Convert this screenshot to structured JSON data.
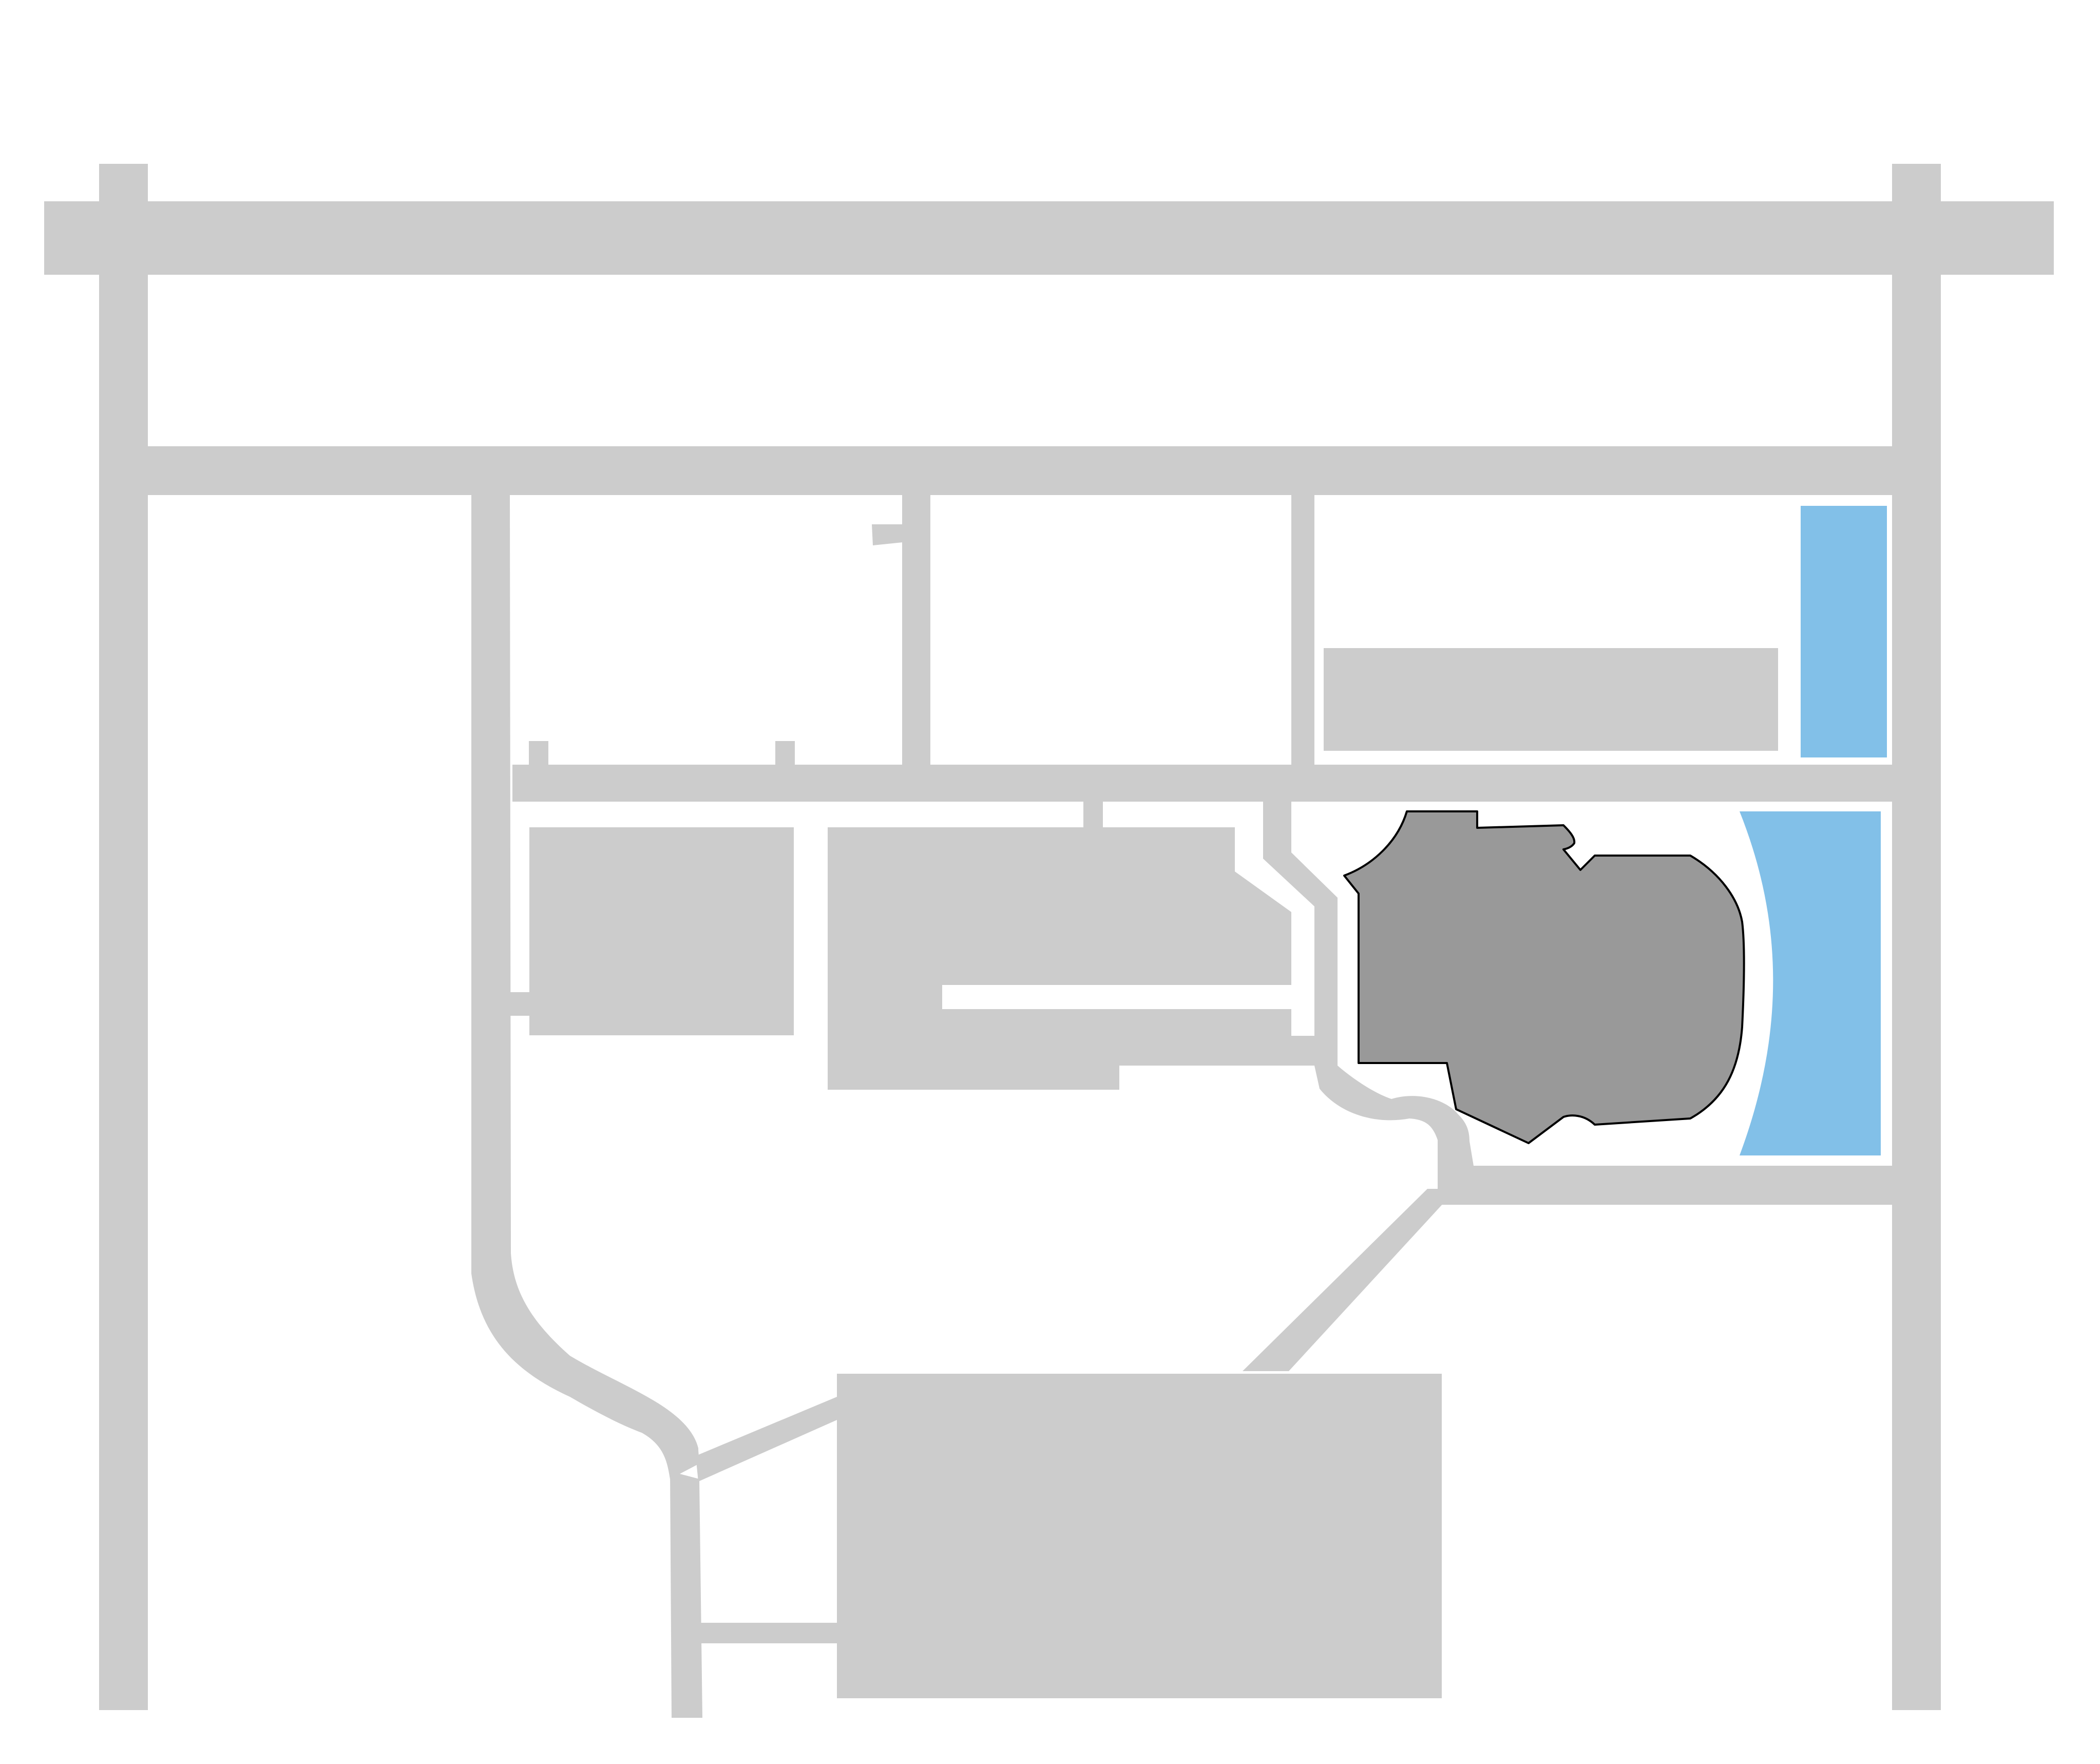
{
  "map": {
    "colors": {
      "background": "#ffffff",
      "road": "#cccccc",
      "building": "#cccccc",
      "highlighted_building": "#999999",
      "highlighted_outline": "#000000",
      "water": "#82c0e8"
    },
    "features": [
      {
        "name": "perimeter-road-north",
        "kind": "road"
      },
      {
        "name": "perimeter-road-west",
        "kind": "road"
      },
      {
        "name": "perimeter-road-east",
        "kind": "road"
      },
      {
        "name": "internal-road-upper",
        "kind": "road"
      },
      {
        "name": "internal-road-middle",
        "kind": "road"
      },
      {
        "name": "internal-road-lower-east",
        "kind": "road"
      },
      {
        "name": "curved-access-road",
        "kind": "road"
      },
      {
        "name": "diagonal-connector-road",
        "kind": "road"
      },
      {
        "name": "east-building",
        "kind": "building"
      },
      {
        "name": "west-building",
        "kind": "building"
      },
      {
        "name": "central-building",
        "kind": "building"
      },
      {
        "name": "south-building",
        "kind": "building"
      },
      {
        "name": "highlighted-building",
        "kind": "highlighted"
      },
      {
        "name": "water-pool-north",
        "kind": "water"
      },
      {
        "name": "water-pool-crescent",
        "kind": "water"
      }
    ]
  }
}
